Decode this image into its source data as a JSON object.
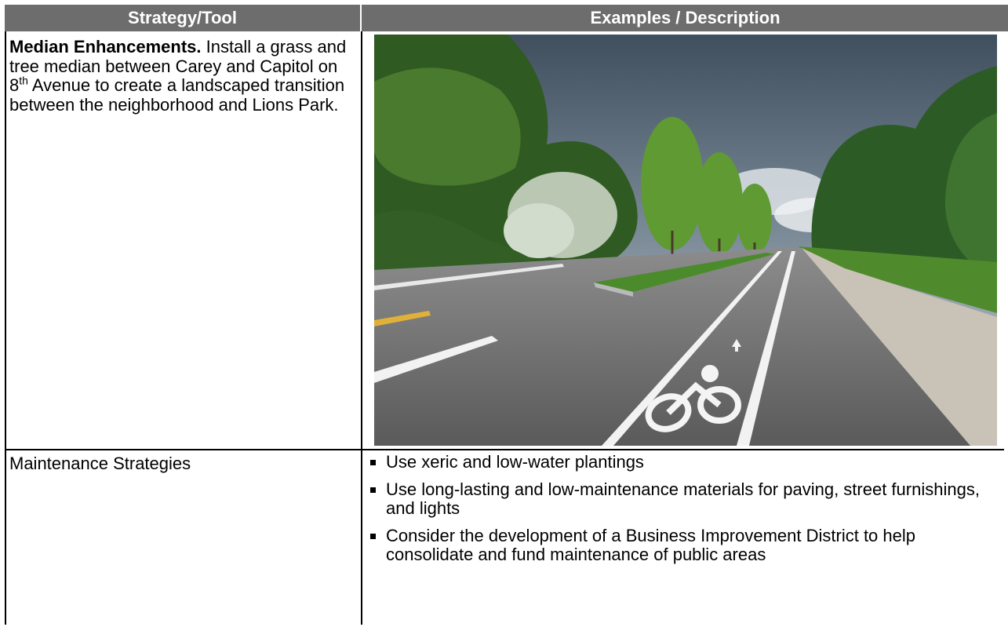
{
  "header": {
    "col1": "Strategy/Tool",
    "col2": "Examples / Description"
  },
  "row1": {
    "title": "Median Enhancements.",
    "text_a": " Install a grass and tree median between Carey and Capitol on 8",
    "superscript": "th",
    "text_b": " Avenue to create a landscaped transition between the neighborhood and Lions Park."
  },
  "row2": {
    "label": "Maintenance Strategies",
    "bullets": [
      "Use xeric and low-water plantings",
      "Use long-lasting and low-maintenance materials for paving, street furnishings, and lights",
      "Consider the development of a Business Improvement District to help consolidate and fund maintenance of public areas"
    ]
  },
  "colors": {
    "header_bg": "#6d6d6d",
    "header_text": "#ffffff",
    "border": "#000000"
  }
}
